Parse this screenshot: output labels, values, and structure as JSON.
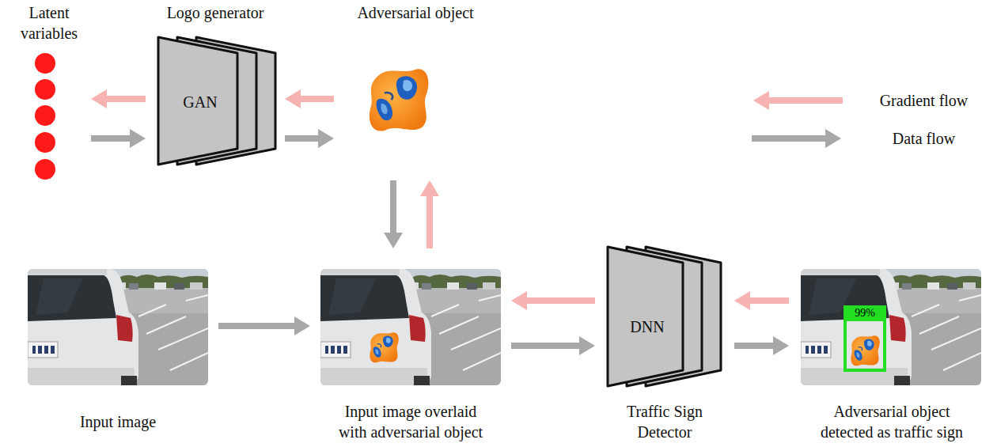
{
  "diagram": {
    "nodes": [
      {
        "text": [
          "Latent variables"
        ]
      },
      {
        "text": [
          "Logo generator",
          "GAN"
        ]
      },
      {
        "text": [
          "Adversarial object"
        ]
      },
      {
        "text": [
          "Input image"
        ]
      },
      {
        "text": [
          "Input image overlaid with adversarial object"
        ]
      },
      {
        "text": [
          "DNN",
          "Traffic Sign Detector"
        ]
      },
      {
        "text": [
          "Adversarial object detected as traffic sign"
        ]
      }
    ],
    "edges": [
      {
        "from": 0,
        "to": 1,
        "arrow": "to"
      },
      {
        "from": 1,
        "to": 0,
        "arrow": "to"
      },
      {
        "from": 1,
        "to": 2,
        "arrow": "to"
      },
      {
        "from": 2,
        "to": 1,
        "arrow": "to"
      },
      {
        "from": 2,
        "to": 4,
        "arrow": "to"
      },
      {
        "from": 4,
        "to": 2,
        "arrow": "to"
      },
      {
        "from": 3,
        "to": 4,
        "arrow": "to"
      },
      {
        "from": 4,
        "to": 5,
        "arrow": "to"
      },
      {
        "from": 5,
        "to": 4,
        "arrow": "to"
      },
      {
        "from": 5,
        "to": 6,
        "arrow": "to"
      },
      {
        "from": 6,
        "to": 5,
        "arrow": "to"
      }
    ],
    "labels": [
      "99%"
    ],
    "legend": [
      {
        "text": "Gradient flow"
      },
      {
        "text": "Data flow"
      }
    ]
  }
}
